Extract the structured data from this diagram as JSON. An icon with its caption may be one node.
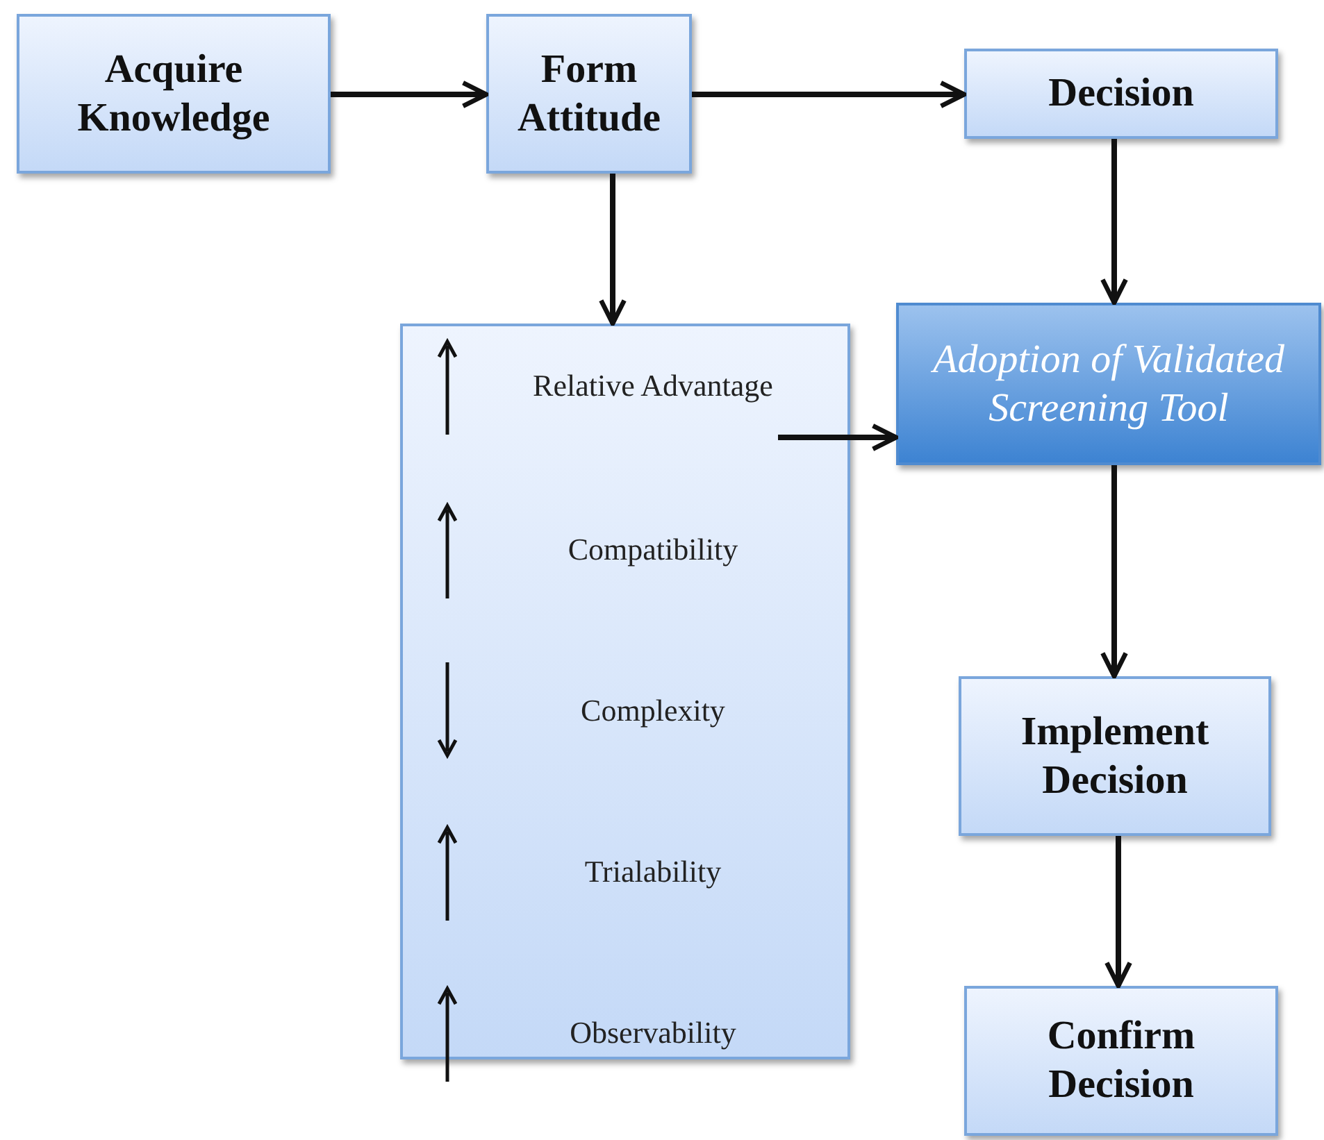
{
  "diagram": {
    "nodes": [
      {
        "text": [
          "Acquire Knowledge"
        ]
      },
      {
        "text": [
          "Form Attitude"
        ]
      },
      {
        "text": [
          "Decision"
        ]
      },
      {
        "text": [
          "Relative Advantage",
          "Compatibility",
          "Complexity",
          "Trialability",
          "Observability"
        ]
      },
      {
        "text": [
          "Adoption of Validated Screening Tool"
        ]
      },
      {
        "text": [
          "Implement Decision"
        ]
      },
      {
        "text": [
          "Confirm Decision"
        ]
      }
    ],
    "edges": [
      {
        "from": 0,
        "to": 1,
        "arrow": "to"
      },
      {
        "from": 1,
        "to": 2,
        "arrow": "to"
      },
      {
        "from": 1,
        "to": 3,
        "arrow": "to"
      },
      {
        "from": 2,
        "to": 4,
        "arrow": "to"
      },
      {
        "from": 3,
        "to": 4,
        "arrow": "to"
      },
      {
        "from": 4,
        "to": 5,
        "arrow": "to"
      },
      {
        "from": 5,
        "to": 6,
        "arrow": "to"
      }
    ]
  }
}
